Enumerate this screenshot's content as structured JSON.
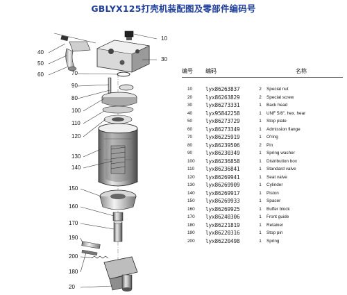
{
  "title": "GBLYX125打壳机装配图及零部件编码号",
  "table": {
    "headers": {
      "no": "编号",
      "code": "编码",
      "name": "名称"
    },
    "rows": [
      {
        "no": "10",
        "code": "lyx86263837",
        "qty": "2",
        "desc": "Special nut"
      },
      {
        "no": "20",
        "code": "lyx86263829",
        "qty": "2",
        "desc": "Special screw"
      },
      {
        "no": "30",
        "code": "lyx86273331",
        "qty": "1",
        "desc": "Back head"
      },
      {
        "no": "40",
        "code": "lyx95842258",
        "qty": "1",
        "desc": "UNF 5/8\", hex. hear"
      },
      {
        "no": "50",
        "code": "lyx86273729",
        "qty": "1",
        "desc": "Stop plate"
      },
      {
        "no": "60",
        "code": "lyx86273349",
        "qty": "1",
        "desc": "Admission flange"
      },
      {
        "no": "70",
        "code": "lyx86225919",
        "qty": "1",
        "desc": "O'ring"
      },
      {
        "no": "80",
        "code": "lyx86239506",
        "qty": "2",
        "desc": "Pin"
      },
      {
        "no": "90",
        "code": "lyx86230349",
        "qty": "1",
        "desc": "Spring washer"
      },
      {
        "no": "100",
        "code": "lyx86236858",
        "qty": "1",
        "desc": "Distribution box"
      },
      {
        "no": "110",
        "code": "lyx86236841",
        "qty": "1",
        "desc": "Standard valve"
      },
      {
        "no": "120",
        "code": "lyx86269941",
        "qty": "1",
        "desc": "Seat valve"
      },
      {
        "no": "130",
        "code": "lyx86269909",
        "qty": "1",
        "desc": "Cylinder"
      },
      {
        "no": "140",
        "code": "lyx86269917",
        "qty": "1",
        "desc": "Piston"
      },
      {
        "no": "150",
        "code": "lyx86269933",
        "qty": "1",
        "desc": "Spacer"
      },
      {
        "no": "160",
        "code": "lyx86269925",
        "qty": "1",
        "desc": "Buffer block"
      },
      {
        "no": "170",
        "code": "lyx86240306",
        "qty": "1",
        "desc": "Front guide"
      },
      {
        "no": "180",
        "code": "lyx86221819",
        "qty": "1",
        "desc": "Retainer"
      },
      {
        "no": "190",
        "code": "lyx86220316",
        "qty": "1",
        "desc": "Stop pin"
      },
      {
        "no": "200",
        "code": "lyx86220498",
        "qty": "1",
        "desc": "Spring"
      }
    ]
  },
  "callouts": {
    "c10": "10",
    "c20": "20",
    "c30": "30",
    "c40": "40",
    "c50": "50",
    "c60": "60",
    "c70": "70",
    "c80": "80",
    "c90": "90",
    "c100": "100",
    "c110": "110",
    "c120": "120",
    "c130": "130",
    "c140": "140",
    "c150": "150",
    "c160": "160",
    "c170": "170",
    "c180": "180",
    "c190": "190",
    "c200": "200"
  }
}
